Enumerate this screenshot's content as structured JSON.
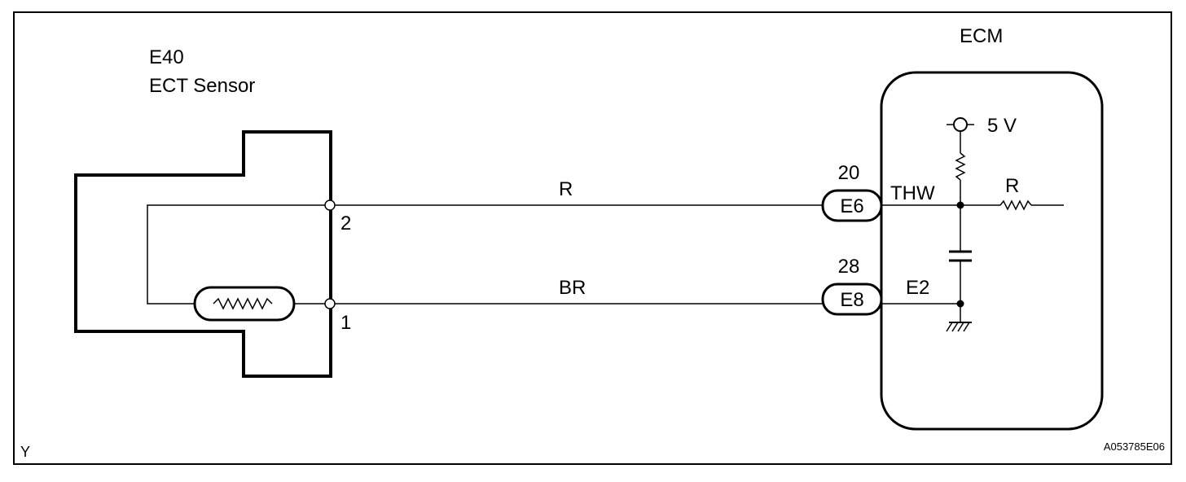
{
  "sensor": {
    "connector_id": "E40",
    "name": "ECT Sensor"
  },
  "ecm": {
    "name": "ECM",
    "supply": "5 V"
  },
  "sensor_pins": [
    "2",
    "1"
  ],
  "wires": [
    {
      "color_code": "R",
      "ecm_pin": "20",
      "ecm_connector": "E6",
      "signal": "THW"
    },
    {
      "color_code": "BR",
      "ecm_pin": "28",
      "ecm_connector": "E8",
      "signal": "E2"
    }
  ],
  "ecm_internal_resistor_label": "R",
  "corner_left": "Y",
  "figure_code": "A053785E06"
}
